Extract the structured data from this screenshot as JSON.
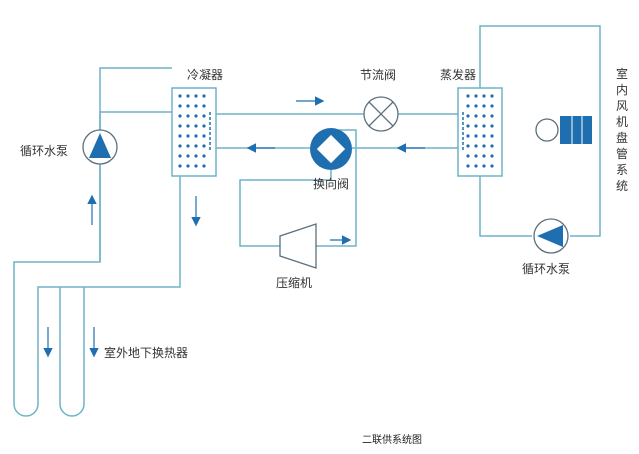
{
  "labels": {
    "condenser": "冷凝器",
    "throttle_valve": "节流阀",
    "evaporator": "蒸发器",
    "reversing_valve": "换向阀",
    "compressor": "压缩机",
    "pump_left": "循环水泵",
    "pump_right": "循环水泵",
    "ground_hx": "室外地下换热器",
    "indoor_fan_coil": "室内风机盘管系统"
  },
  "caption": "二联供系统图",
  "colors": {
    "pipe": "#6fb3c9",
    "accent": "#1f6fb0",
    "outline": "#5a6f7d",
    "text": "#333333"
  }
}
